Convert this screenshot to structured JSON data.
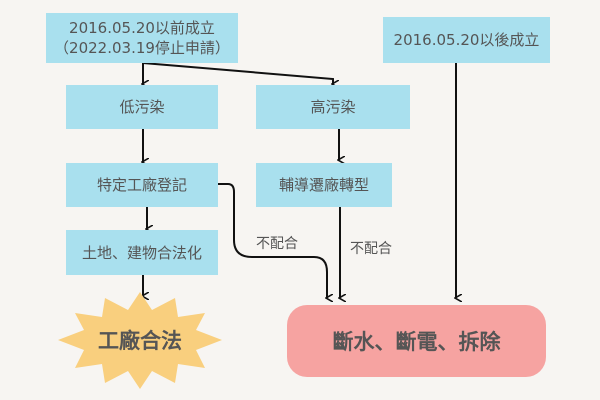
{
  "nodes": {
    "before_line1": "2016.05.20以前成立",
    "before_line2": "（2022.03.19停止申請）",
    "after": "2016.05.20以後成立",
    "low": "低污染",
    "high": "高污染",
    "register": "特定工廠登記",
    "guide": "輔導遷廠轉型",
    "legalize": "土地、建物合法化",
    "legal": "工廠合法",
    "penalty": "斷水、斷電、拆除"
  },
  "edge_labels": {
    "noncomply1": "不配合",
    "noncomply2": "不配合"
  },
  "colors": {
    "box": "#a9e0ee",
    "star": "#f9cf7e",
    "penalty": "#f6a3a1"
  }
}
